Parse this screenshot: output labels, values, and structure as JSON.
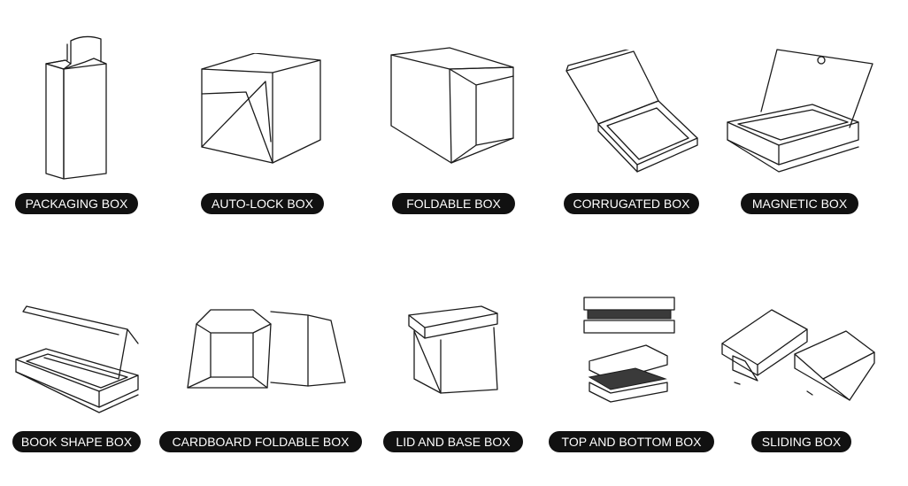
{
  "boxes": [
    {
      "label": "PACKAGING BOX",
      "icon": "packaging-box-icon"
    },
    {
      "label": "AUTO-LOCK BOX",
      "icon": "auto-lock-box-icon"
    },
    {
      "label": "FOLDABLE BOX",
      "icon": "foldable-box-icon"
    },
    {
      "label": "CORRUGATED BOX",
      "icon": "corrugated-box-icon"
    },
    {
      "label": "MAGNETIC BOX",
      "icon": "magnetic-box-icon"
    },
    {
      "label": "BOOK SHAPE BOX",
      "icon": "book-shape-box-icon"
    },
    {
      "label": "CARDBOARD FOLDABLE BOX",
      "icon": "cardboard-foldable-box-icon"
    },
    {
      "label": "LID AND BASE BOX",
      "icon": "lid-and-base-box-icon"
    },
    {
      "label": "TOP AND BOTTOM BOX",
      "icon": "top-and-bottom-box-icon"
    },
    {
      "label": "SLIDING BOX",
      "icon": "sliding-box-icon"
    }
  ],
  "colors": {
    "label_bg": "#111111",
    "label_text": "#ffffff",
    "line": "#1b1b1b",
    "accent_dark": "#3a3a3a"
  }
}
